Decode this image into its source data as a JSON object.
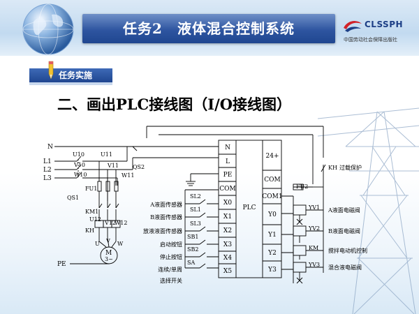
{
  "header": {
    "title": "任务2　液体混合控制系统",
    "logo_name": "CLSSPH",
    "logo_sub": "中国劳动社会保障出版社"
  },
  "section_tag": "任务实施",
  "heading": "二、画出PLC接线图（I/O接线图）",
  "diagram": {
    "power_lines": [
      "N",
      "L1",
      "L2",
      "L3"
    ],
    "breaker_qs1": "QS1",
    "breaker_qs2": "QS2",
    "fuse_fu1": "FU1",
    "fuse_fu2": "FU2",
    "phase_tags": [
      "U10",
      "U11",
      "V10",
      "V11",
      "W10",
      "W11"
    ],
    "contactor": "KM1",
    "relay_kh": "KH",
    "phase_tags_lower": [
      "U12",
      "V12",
      "W12"
    ],
    "motor_terminals": [
      "U",
      "V",
      "W"
    ],
    "motor_label": "M",
    "motor_sub": "3~",
    "pe_label": "PE",
    "plc_label": "PLC",
    "plc_left_pins": [
      "N",
      "L",
      "PE",
      "COM",
      "X0",
      "X1",
      "X2",
      "X3",
      "X4",
      "X5"
    ],
    "plc_right_pins": [
      "24+",
      "COM",
      "COM1",
      "Y0",
      "Y1",
      "Y2",
      "Y3"
    ],
    "inputs": [
      {
        "tag": "SL2",
        "desc": "A液面传感器"
      },
      {
        "tag": "SL1",
        "desc": "B液面传感器"
      },
      {
        "tag": "SL3",
        "desc": "放液液面传感器"
      },
      {
        "tag": "SB1",
        "desc": "启动按钮"
      },
      {
        "tag": "SB2",
        "desc": "停止按钮"
      },
      {
        "tag": "SA",
        "desc": "连续/单周"
      }
    ],
    "input_extra": "选择开关",
    "outputs": [
      {
        "tag": "YV1",
        "desc": "A液面电磁阀"
      },
      {
        "tag": "YV2",
        "desc": "B液面电磁阀"
      },
      {
        "tag": "KM",
        "desc": "搅拌电动机控制"
      },
      {
        "tag": "YV3",
        "desc": "混合液电磁阀"
      }
    ],
    "overload_tag": "KH",
    "overload_desc": "过载保护"
  },
  "colors": {
    "title_bar": "#2e55a0",
    "tag_bg": "#1f4690",
    "logo_text": "#1d3f86"
  }
}
